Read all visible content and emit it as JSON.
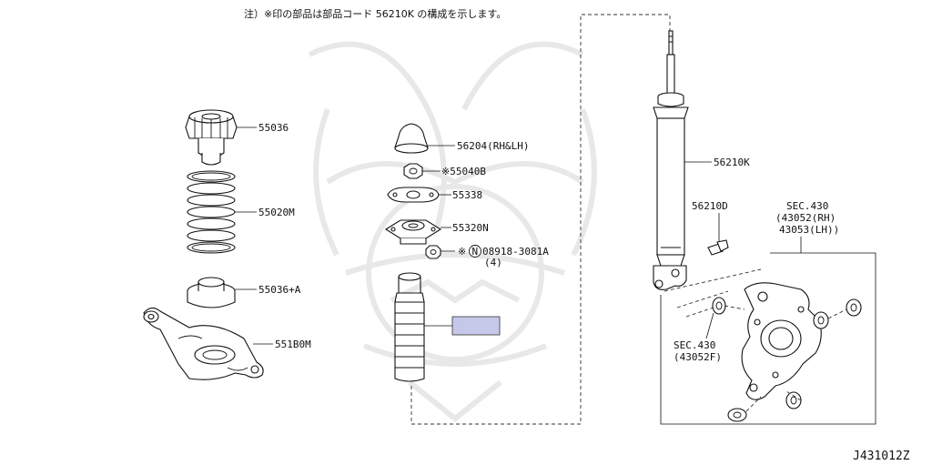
{
  "note": "注）※印の部品は部品コード 56210K の構成を示します。",
  "drawing_code": "J431012Z",
  "labels": {
    "p55036": "55036",
    "p55020m": "55020M",
    "p55036a": "55036+A",
    "p551b0m": "551B0M",
    "p56204": "56204(RH&LH)",
    "p55040b": "※55040B",
    "p55338": "55338",
    "p55320n": "55320N",
    "p08918_prefix": "※",
    "p08918_circle": "N",
    "p08918": "08918-3081A",
    "p08918_qty": "(4)",
    "p56210k": "56210K",
    "p56210d": "56210D",
    "sec430_a1": "SEC.430",
    "sec430_a2": "(43052(RH)",
    "sec430_a3": "43053(LH))",
    "sec430_b1": "SEC.430",
    "sec430_b2": "(43052F)"
  },
  "highlight_color": "#c5c8e8"
}
